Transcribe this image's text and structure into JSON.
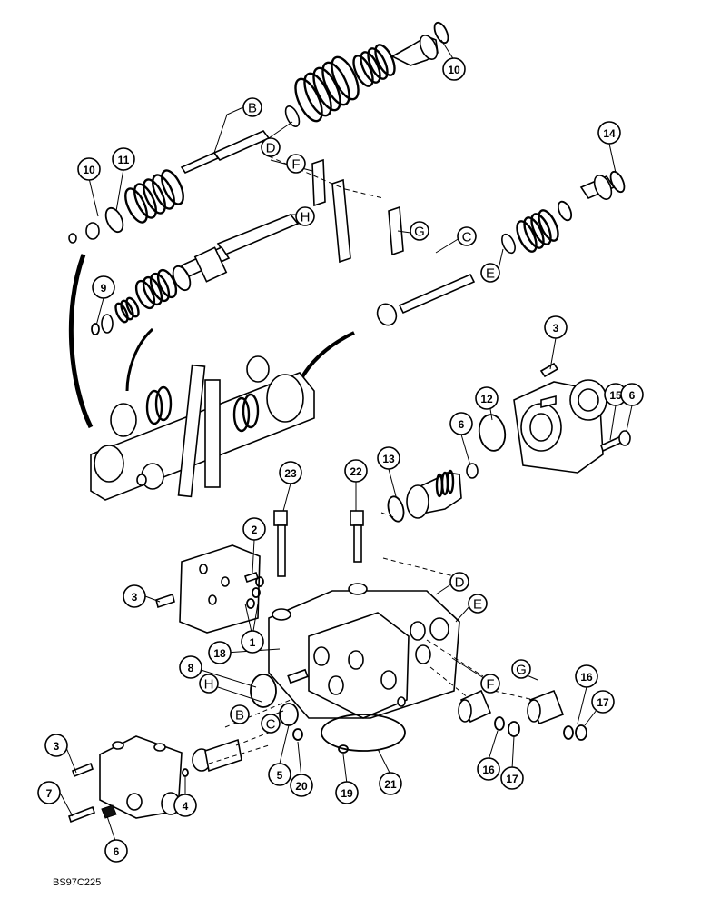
{
  "figure_id": "BS97C225",
  "callouts": [
    {
      "id": "c10a",
      "label": "10",
      "type": "number"
    },
    {
      "id": "c10b",
      "label": "10",
      "type": "number"
    },
    {
      "id": "c11",
      "label": "11",
      "type": "number"
    },
    {
      "id": "c14",
      "label": "14",
      "type": "number"
    },
    {
      "id": "c9",
      "label": "9",
      "type": "number"
    },
    {
      "id": "c3a",
      "label": "3",
      "type": "number"
    },
    {
      "id": "c12",
      "label": "12",
      "type": "number"
    },
    {
      "id": "c6a",
      "label": "6",
      "type": "number"
    },
    {
      "id": "c15",
      "label": "15",
      "type": "number"
    },
    {
      "id": "c6b",
      "label": "6",
      "type": "number"
    },
    {
      "id": "c13",
      "label": "13",
      "type": "number"
    },
    {
      "id": "c23",
      "label": "23",
      "type": "number"
    },
    {
      "id": "c22",
      "label": "22",
      "type": "number"
    },
    {
      "id": "c2",
      "label": "2",
      "type": "number"
    },
    {
      "id": "c3b",
      "label": "3",
      "type": "number"
    },
    {
      "id": "c1",
      "label": "1",
      "type": "number"
    },
    {
      "id": "c18",
      "label": "18",
      "type": "number"
    },
    {
      "id": "c8",
      "label": "8",
      "type": "number"
    },
    {
      "id": "c16a",
      "label": "16",
      "type": "number"
    },
    {
      "id": "c17a",
      "label": "17",
      "type": "number"
    },
    {
      "id": "c16b",
      "label": "16",
      "type": "number"
    },
    {
      "id": "c17b",
      "label": "17",
      "type": "number"
    },
    {
      "id": "c5",
      "label": "5",
      "type": "number"
    },
    {
      "id": "c20",
      "label": "20",
      "type": "number"
    },
    {
      "id": "c19",
      "label": "19",
      "type": "number"
    },
    {
      "id": "c21",
      "label": "21",
      "type": "number"
    },
    {
      "id": "c3c",
      "label": "3",
      "type": "number"
    },
    {
      "id": "c7",
      "label": "7",
      "type": "number"
    },
    {
      "id": "c4",
      "label": "4",
      "type": "number"
    },
    {
      "id": "c6c",
      "label": "6",
      "type": "number"
    },
    {
      "id": "lB1",
      "label": "B",
      "type": "letter"
    },
    {
      "id": "lD1",
      "label": "D",
      "type": "letter"
    },
    {
      "id": "lF1",
      "label": "F",
      "type": "letter"
    },
    {
      "id": "lH1",
      "label": "H",
      "type": "letter"
    },
    {
      "id": "lG1",
      "label": "G",
      "type": "letter"
    },
    {
      "id": "lC1",
      "label": "C",
      "type": "letter"
    },
    {
      "id": "lE1",
      "label": "E",
      "type": "letter"
    },
    {
      "id": "lD2",
      "label": "D",
      "type": "letter"
    },
    {
      "id": "lE2",
      "label": "E",
      "type": "letter"
    },
    {
      "id": "lF2",
      "label": "F",
      "type": "letter"
    },
    {
      "id": "lG2",
      "label": "G",
      "type": "letter"
    },
    {
      "id": "lH2",
      "label": "H",
      "type": "letter"
    },
    {
      "id": "lB2",
      "label": "B",
      "type": "letter"
    },
    {
      "id": "lC2",
      "label": "C",
      "type": "letter"
    }
  ]
}
